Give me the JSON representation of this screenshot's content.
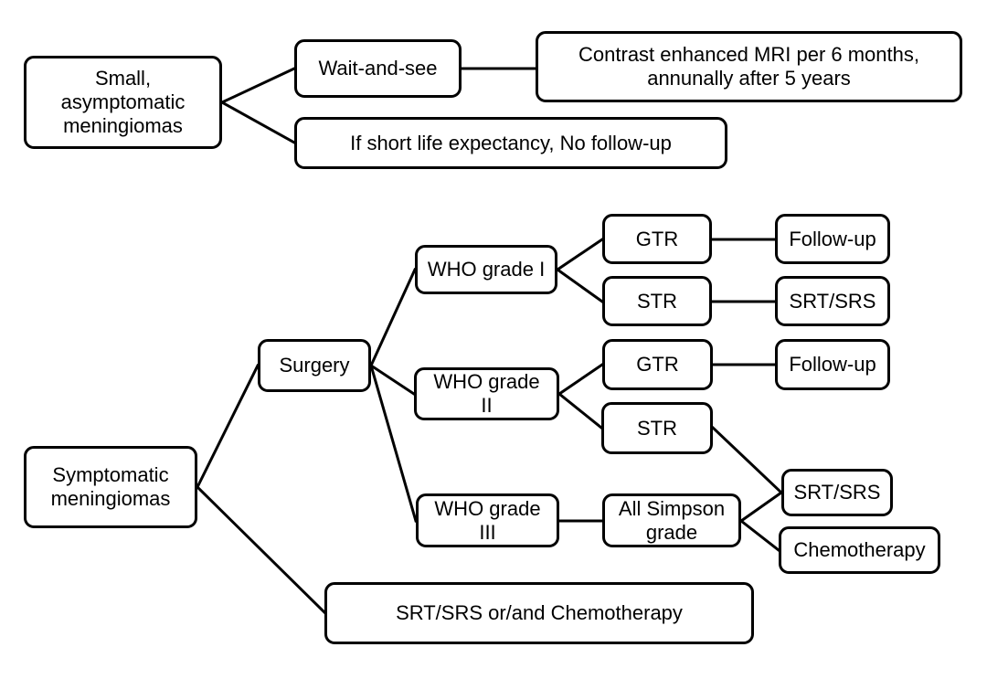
{
  "diagram": {
    "title": "Management of meningiomas decision flowchart",
    "background_color": "#ffffff",
    "line_color": "#000000",
    "text_color": "#000000"
  },
  "nodes": {
    "small_asymptomatic": "Small,\nasymptomatic\nmeningiomas",
    "wait_and_see": "Wait-and-see",
    "mri_followup": "Contrast enhanced MRI  per 6 months,\nannunally after 5 years",
    "short_life_expectancy": "If short life expectancy, No follow-up",
    "symptomatic": "Symptomatic\nmeningiomas",
    "surgery": "Surgery",
    "who_grade_1": "WHO grade I",
    "who_grade_2": "WHO grade\nII",
    "who_grade_3": "WHO grade\nIII",
    "gtr_1": "GTR",
    "str_1": "STR",
    "gtr_2": "GTR",
    "str_2": "STR",
    "followup_1": "Follow-up",
    "srt_srs_1": "SRT/SRS",
    "followup_2": "Follow-up",
    "all_simpson_grade": "All Simpson\ngrade",
    "srt_srs_2": "SRT/SRS",
    "chemotherapy": "Chemotherapy",
    "srt_srs_or_chemo": "SRT/SRS or/and Chemotherapy"
  },
  "edges": [
    {
      "name": "small-to-wait-and-see",
      "from": "small_asymptomatic",
      "to": "wait_and_see"
    },
    {
      "name": "small-to-short-life-expectancy",
      "from": "small_asymptomatic",
      "to": "short_life_expectancy"
    },
    {
      "name": "wait-and-see-to-mri",
      "from": "wait_and_see",
      "to": "mri_followup"
    },
    {
      "name": "symptomatic-to-surgery",
      "from": "symptomatic",
      "to": "surgery"
    },
    {
      "name": "symptomatic-to-srt-chemo",
      "from": "symptomatic",
      "to": "srt_srs_or_chemo"
    },
    {
      "name": "surgery-to-who-grade-1",
      "from": "surgery",
      "to": "who_grade_1"
    },
    {
      "name": "surgery-to-who-grade-2",
      "from": "surgery",
      "to": "who_grade_2"
    },
    {
      "name": "surgery-to-who-grade-3",
      "from": "surgery",
      "to": "who_grade_3"
    },
    {
      "name": "who-grade-1-to-gtr",
      "from": "who_grade_1",
      "to": "gtr_1"
    },
    {
      "name": "who-grade-1-to-str",
      "from": "who_grade_1",
      "to": "str_1"
    },
    {
      "name": "gtr-1-to-followup",
      "from": "gtr_1",
      "to": "followup_1"
    },
    {
      "name": "str-1-to-srt-srs",
      "from": "str_1",
      "to": "srt_srs_1"
    },
    {
      "name": "who-grade-2-to-gtr",
      "from": "who_grade_2",
      "to": "gtr_2"
    },
    {
      "name": "who-grade-2-to-str",
      "from": "who_grade_2",
      "to": "str_2"
    },
    {
      "name": "gtr-2-to-followup",
      "from": "gtr_2",
      "to": "followup_2"
    },
    {
      "name": "str-2-to-srt-srs",
      "from": "str_2",
      "to": "srt_srs_2"
    },
    {
      "name": "who-grade-3-to-all-simpson",
      "from": "who_grade_3",
      "to": "all_simpson_grade"
    },
    {
      "name": "all-simpson-to-srt-srs",
      "from": "all_simpson_grade",
      "to": "srt_srs_2"
    },
    {
      "name": "all-simpson-to-chemotherapy",
      "from": "all_simpson_grade",
      "to": "chemotherapy"
    }
  ]
}
